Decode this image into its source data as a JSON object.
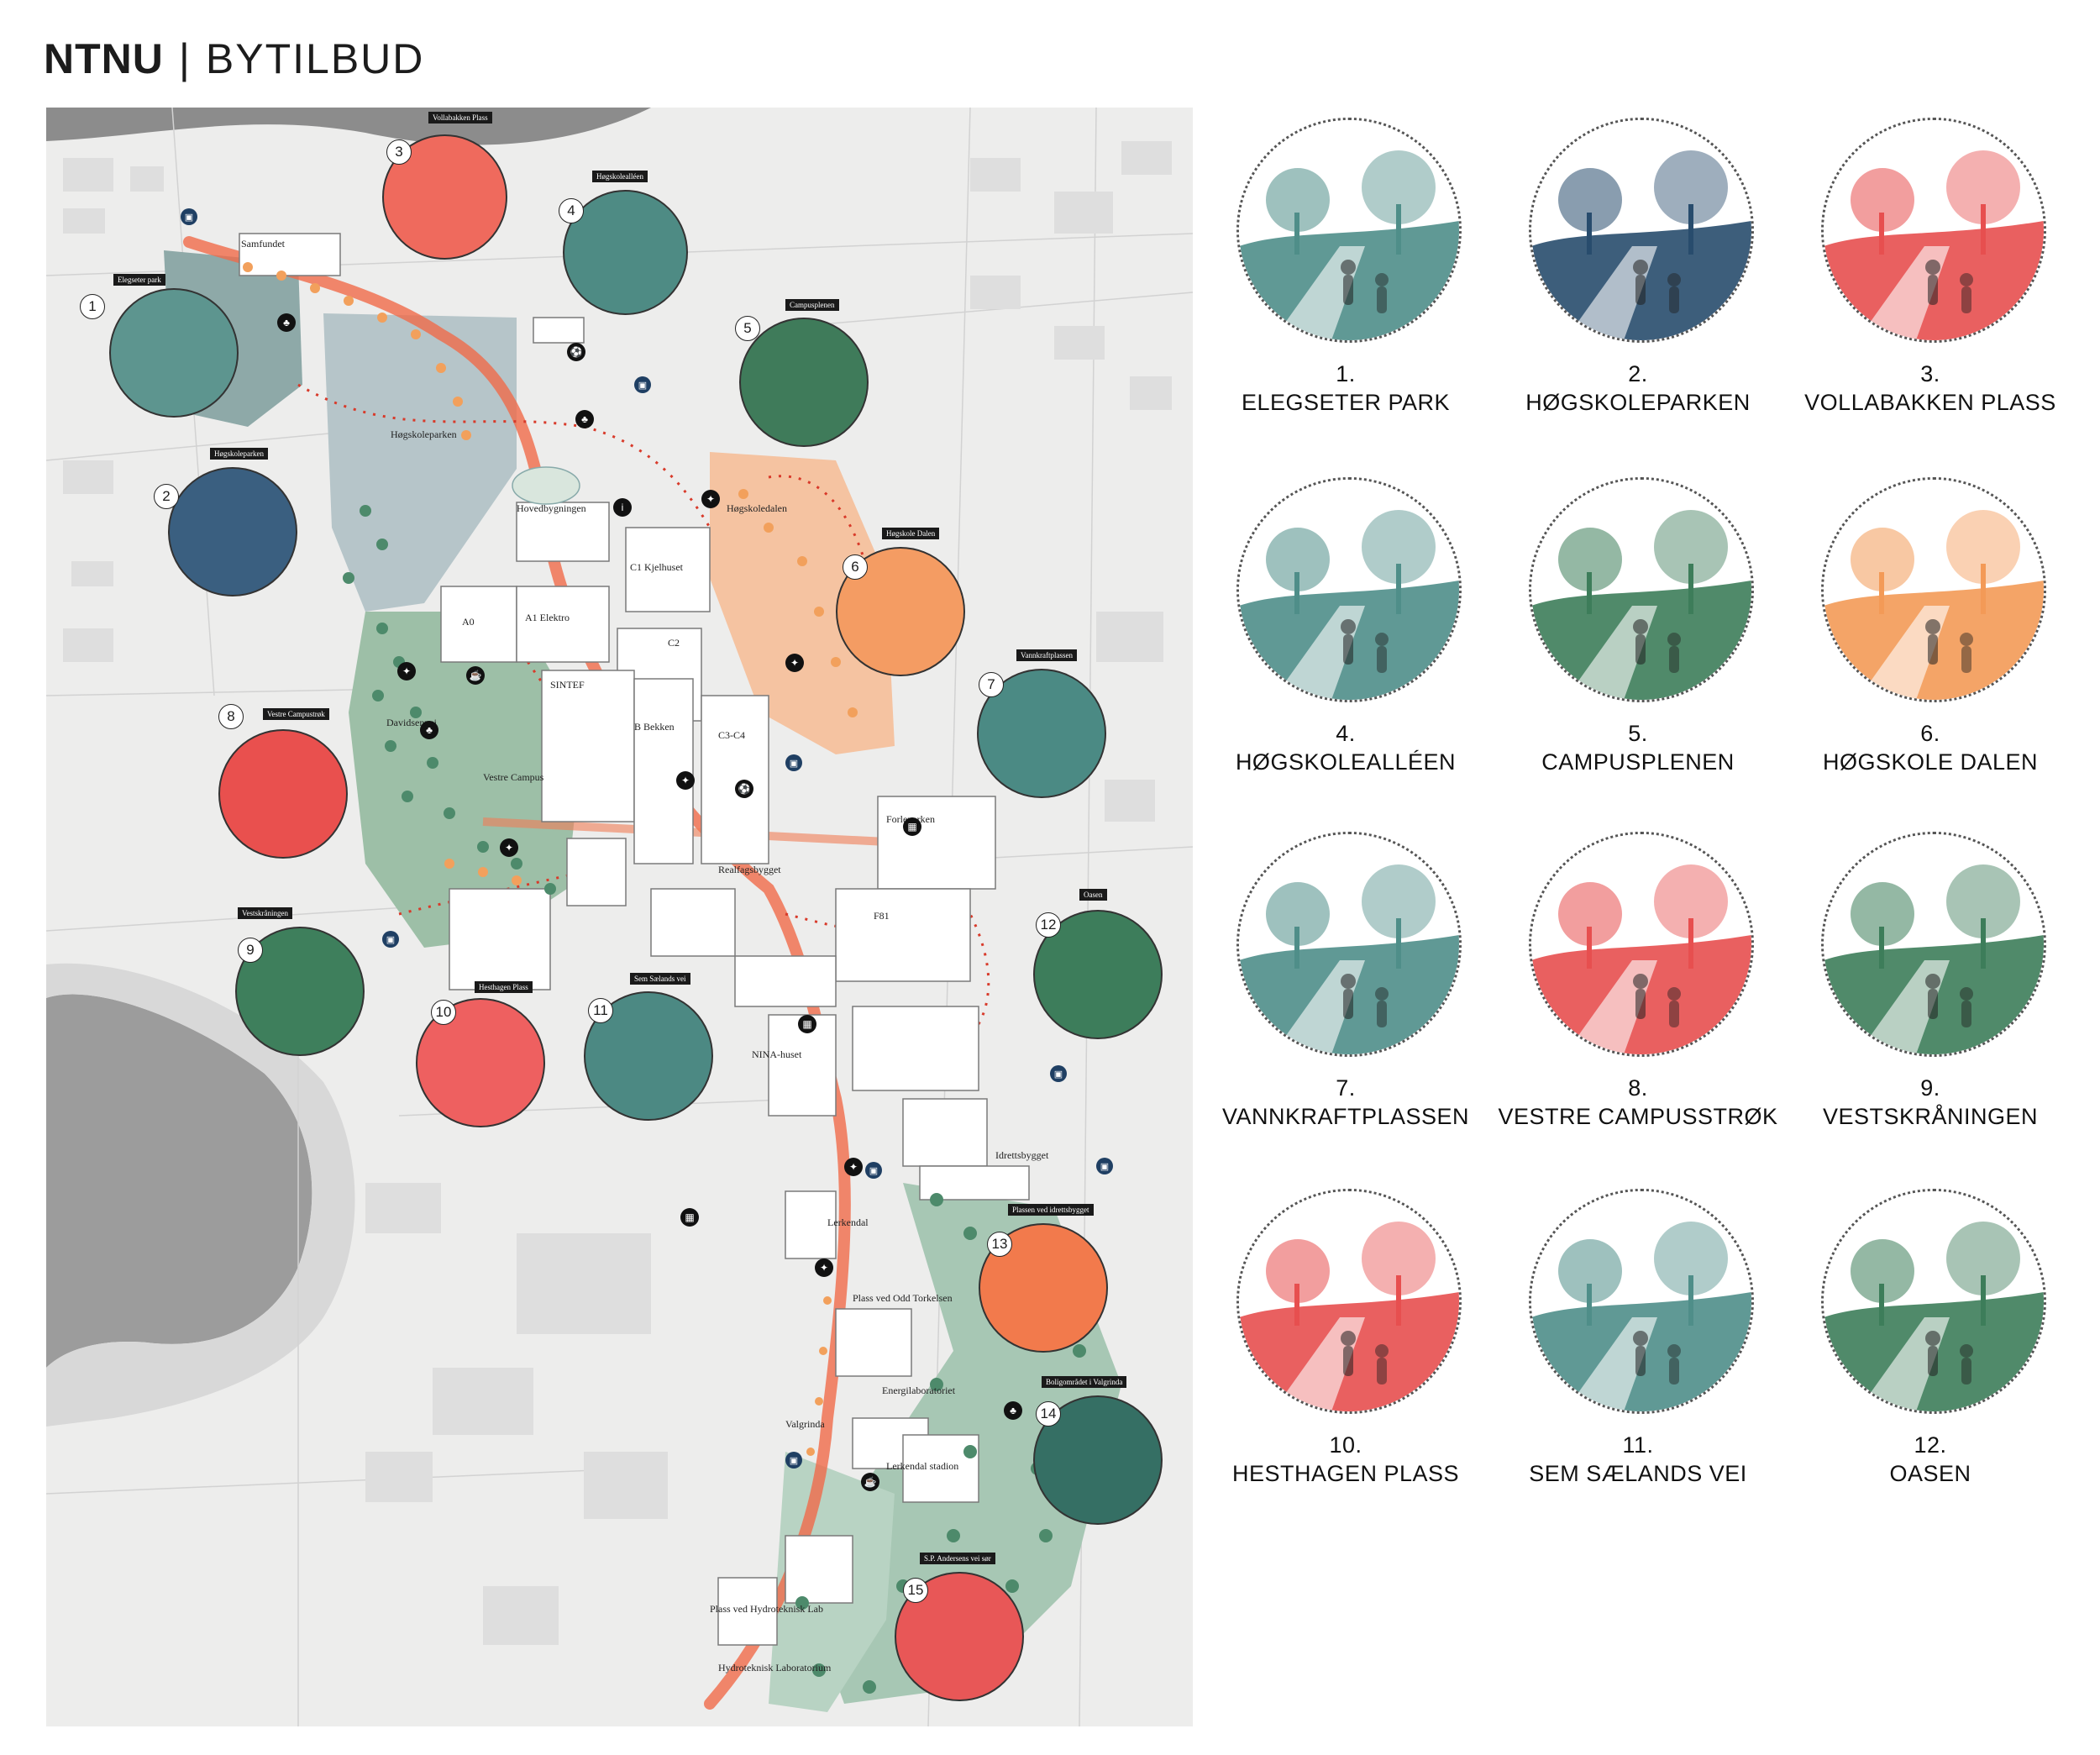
{
  "header": {
    "brand": "NTNU",
    "separator": "|",
    "subtitle": "BYTILBUD"
  },
  "colors": {
    "teal": "#4f8e89",
    "green": "#3d7d5a",
    "navy": "#284c6d",
    "red": "#e74f4f",
    "salmon": "#f47a6b",
    "orange": "#f39a57"
  },
  "places": [
    {
      "number": "1.",
      "name": "ELEGSETER PARK",
      "theme": "teal"
    },
    {
      "number": "2.",
      "name": "HØGSKOLEPARKEN",
      "theme": "navy"
    },
    {
      "number": "3.",
      "name": "VOLLABAKKEN PLASS",
      "theme": "red"
    },
    {
      "number": "4.",
      "name": "HØGSKOLEALLÉEN",
      "theme": "teal"
    },
    {
      "number": "5.",
      "name": "CAMPUSPLENEN",
      "theme": "green"
    },
    {
      "number": "6.",
      "name": "HØGSKOLE DALEN",
      "theme": "orange"
    },
    {
      "number": "7.",
      "name": "VANNKRAFTPLASSEN",
      "theme": "teal"
    },
    {
      "number": "8.",
      "name": "VESTRE CAMPUSSTRØK",
      "theme": "red"
    },
    {
      "number": "9.",
      "name": "VESTSKRÅNINGEN",
      "theme": "green"
    },
    {
      "number": "10.",
      "name": "HESTHAGEN PLASS",
      "theme": "red"
    },
    {
      "number": "11.",
      "name": "SEM SÆLANDS VEI",
      "theme": "teal"
    },
    {
      "number": "12.",
      "name": "OASEN",
      "theme": "green"
    }
  ],
  "map": {
    "callouts": [
      {
        "n": "1",
        "label": "Elegseter park"
      },
      {
        "n": "2",
        "label": "Høgskoleparken"
      },
      {
        "n": "3",
        "label": "Vollabakken Plass"
      },
      {
        "n": "4",
        "label": "Høgskolealléen"
      },
      {
        "n": "5",
        "label": "Campusplenen"
      },
      {
        "n": "6",
        "label": "Høgskole Dalen"
      },
      {
        "n": "7",
        "label": "Vannkraftplassen"
      },
      {
        "n": "8",
        "label": "Vestre Campustrøk"
      },
      {
        "n": "9",
        "label": "Vestskråningen"
      },
      {
        "n": "10",
        "label": "Hesthagen Plass"
      },
      {
        "n": "11",
        "label": "Sem Sælands vei"
      },
      {
        "n": "12",
        "label": "Oasen"
      },
      {
        "n": "13",
        "label": "Plassen ved idrettsbygget"
      },
      {
        "n": "14",
        "label": "Boligområdet i Valgrinda"
      },
      {
        "n": "15",
        "label": "S.P. Andersens vei sør"
      }
    ],
    "building_labels": [
      "Samfundet",
      "Høgskoleparken",
      "Hovedbygningen",
      "C1 Kjelhuset",
      "A0",
      "A1 Elektro",
      "C2",
      "SINTEF",
      "B Bekken",
      "C3-C4",
      "Høgskoledalen",
      "Davidsenvei",
      "Vestre Campus",
      "Realfagsbygget",
      "Forleparken",
      "F81",
      "NINA-huset",
      "Idrettsbygget",
      "Lerkendal",
      "Valgrinda",
      "Energilaboratoriet",
      "Lerkendal stadion",
      "Hydroteknisk Laboratorium",
      "Plass ved Hydroteknisk Lab",
      "Plass ved Odd Torkelsen"
    ]
  }
}
